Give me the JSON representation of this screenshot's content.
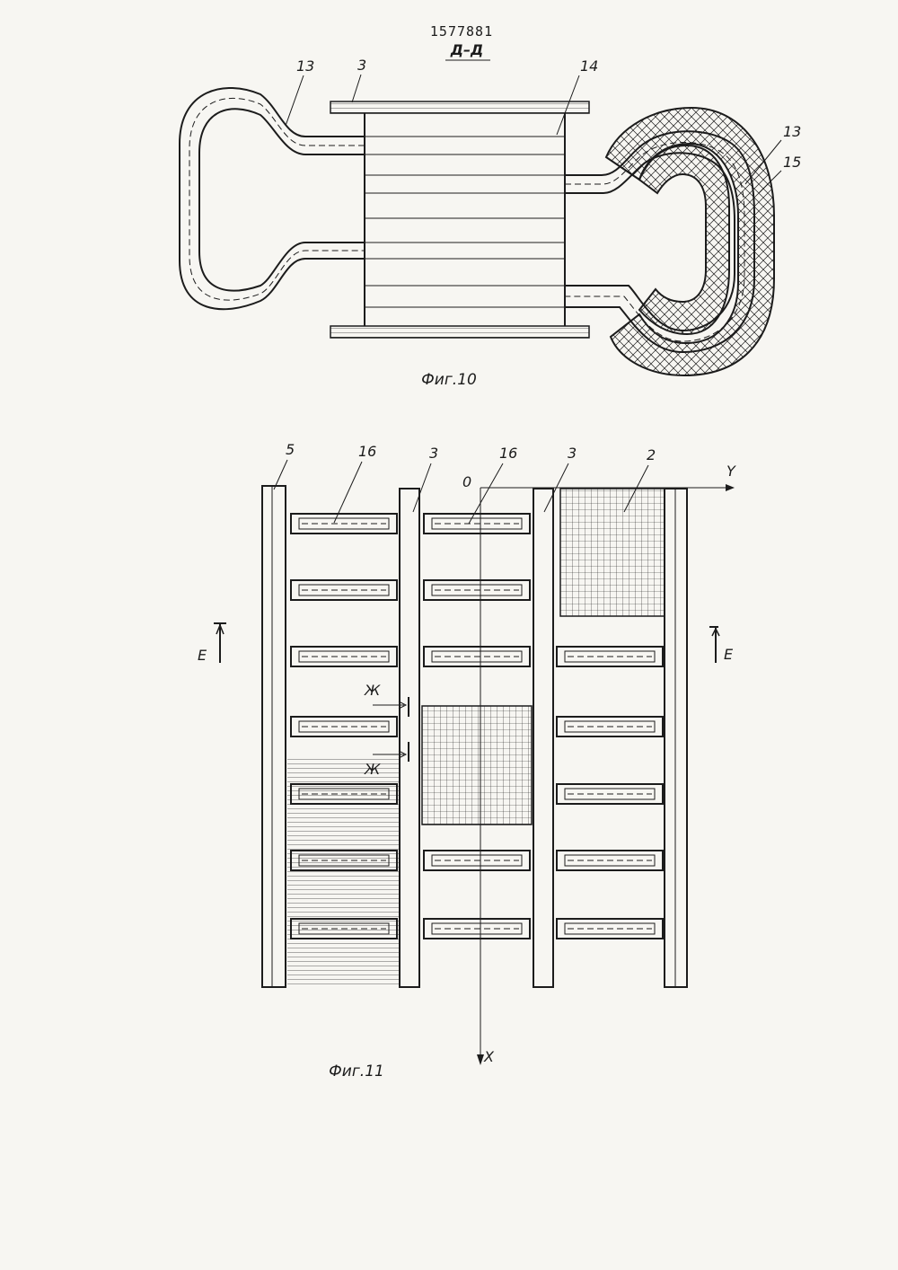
{
  "document": {
    "number": "1577881",
    "section_title": "Д–Д"
  },
  "fig10": {
    "caption": "Фиг.10",
    "labels": {
      "loop_left": "13",
      "plate": "3",
      "tubes": "14",
      "loop_right": "13",
      "insulation": "15"
    }
  },
  "fig11": {
    "caption": "Фиг.11",
    "labels": {
      "wall": "5",
      "bar_1": "3",
      "coil_left": "16",
      "coil_mid": "16",
      "bar_2": "3",
      "mesh": "2",
      "origin": "0"
    },
    "axes": {
      "y": "Y",
      "x": "X"
    },
    "section_marks": {
      "left": "E",
      "right": "E",
      "detail_top": "Ж",
      "detail_bottom": "Ж"
    }
  },
  "colors": {
    "ink": "#1c1c1c",
    "paper": "#f7f6f2"
  }
}
